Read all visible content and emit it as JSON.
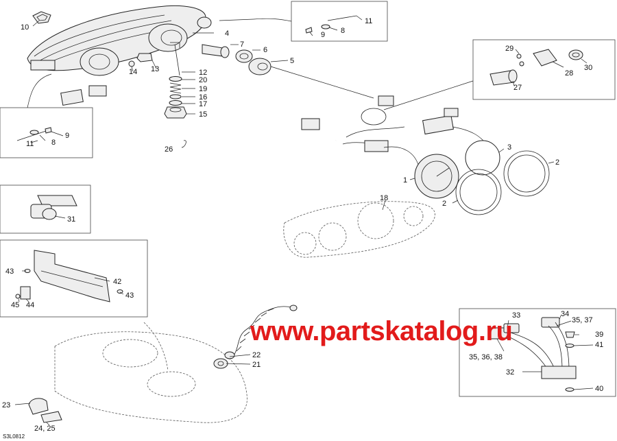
{
  "diagram_code": "S3L0812",
  "watermark": "www.partskatalog.ru",
  "colors": {
    "watermark": "#e21b1b",
    "line": "#222222",
    "fill": "#eeeeee"
  },
  "labels": {
    "n1": "1",
    "n2a": "2",
    "n2b": "2",
    "n3": "3",
    "n4": "4",
    "n5": "5",
    "n6": "6",
    "n7": "7",
    "n8a": "8",
    "n8b": "8",
    "n9a": "9",
    "n9b": "9",
    "n10": "10",
    "n11a": "11",
    "n11b": "11",
    "n12": "12",
    "n13": "13",
    "n14": "14",
    "n15": "15",
    "n16": "16",
    "n17": "17",
    "n18": "18",
    "n19": "19",
    "n20": "20",
    "n21": "21",
    "n22": "22",
    "n23": "23",
    "n24_25": "24, 25",
    "n26": "26",
    "n27": "27",
    "n28": "28",
    "n29": "29",
    "n30": "30",
    "n31": "31",
    "n32": "32",
    "n33": "33",
    "n34": "34",
    "n35_37": "35, 37",
    "n35_36_38": "35, 36, 38",
    "n39": "39",
    "n40": "40",
    "n41": "41",
    "n42": "42",
    "n43a": "43",
    "n43b": "43",
    "n44": "44",
    "n45": "45"
  }
}
